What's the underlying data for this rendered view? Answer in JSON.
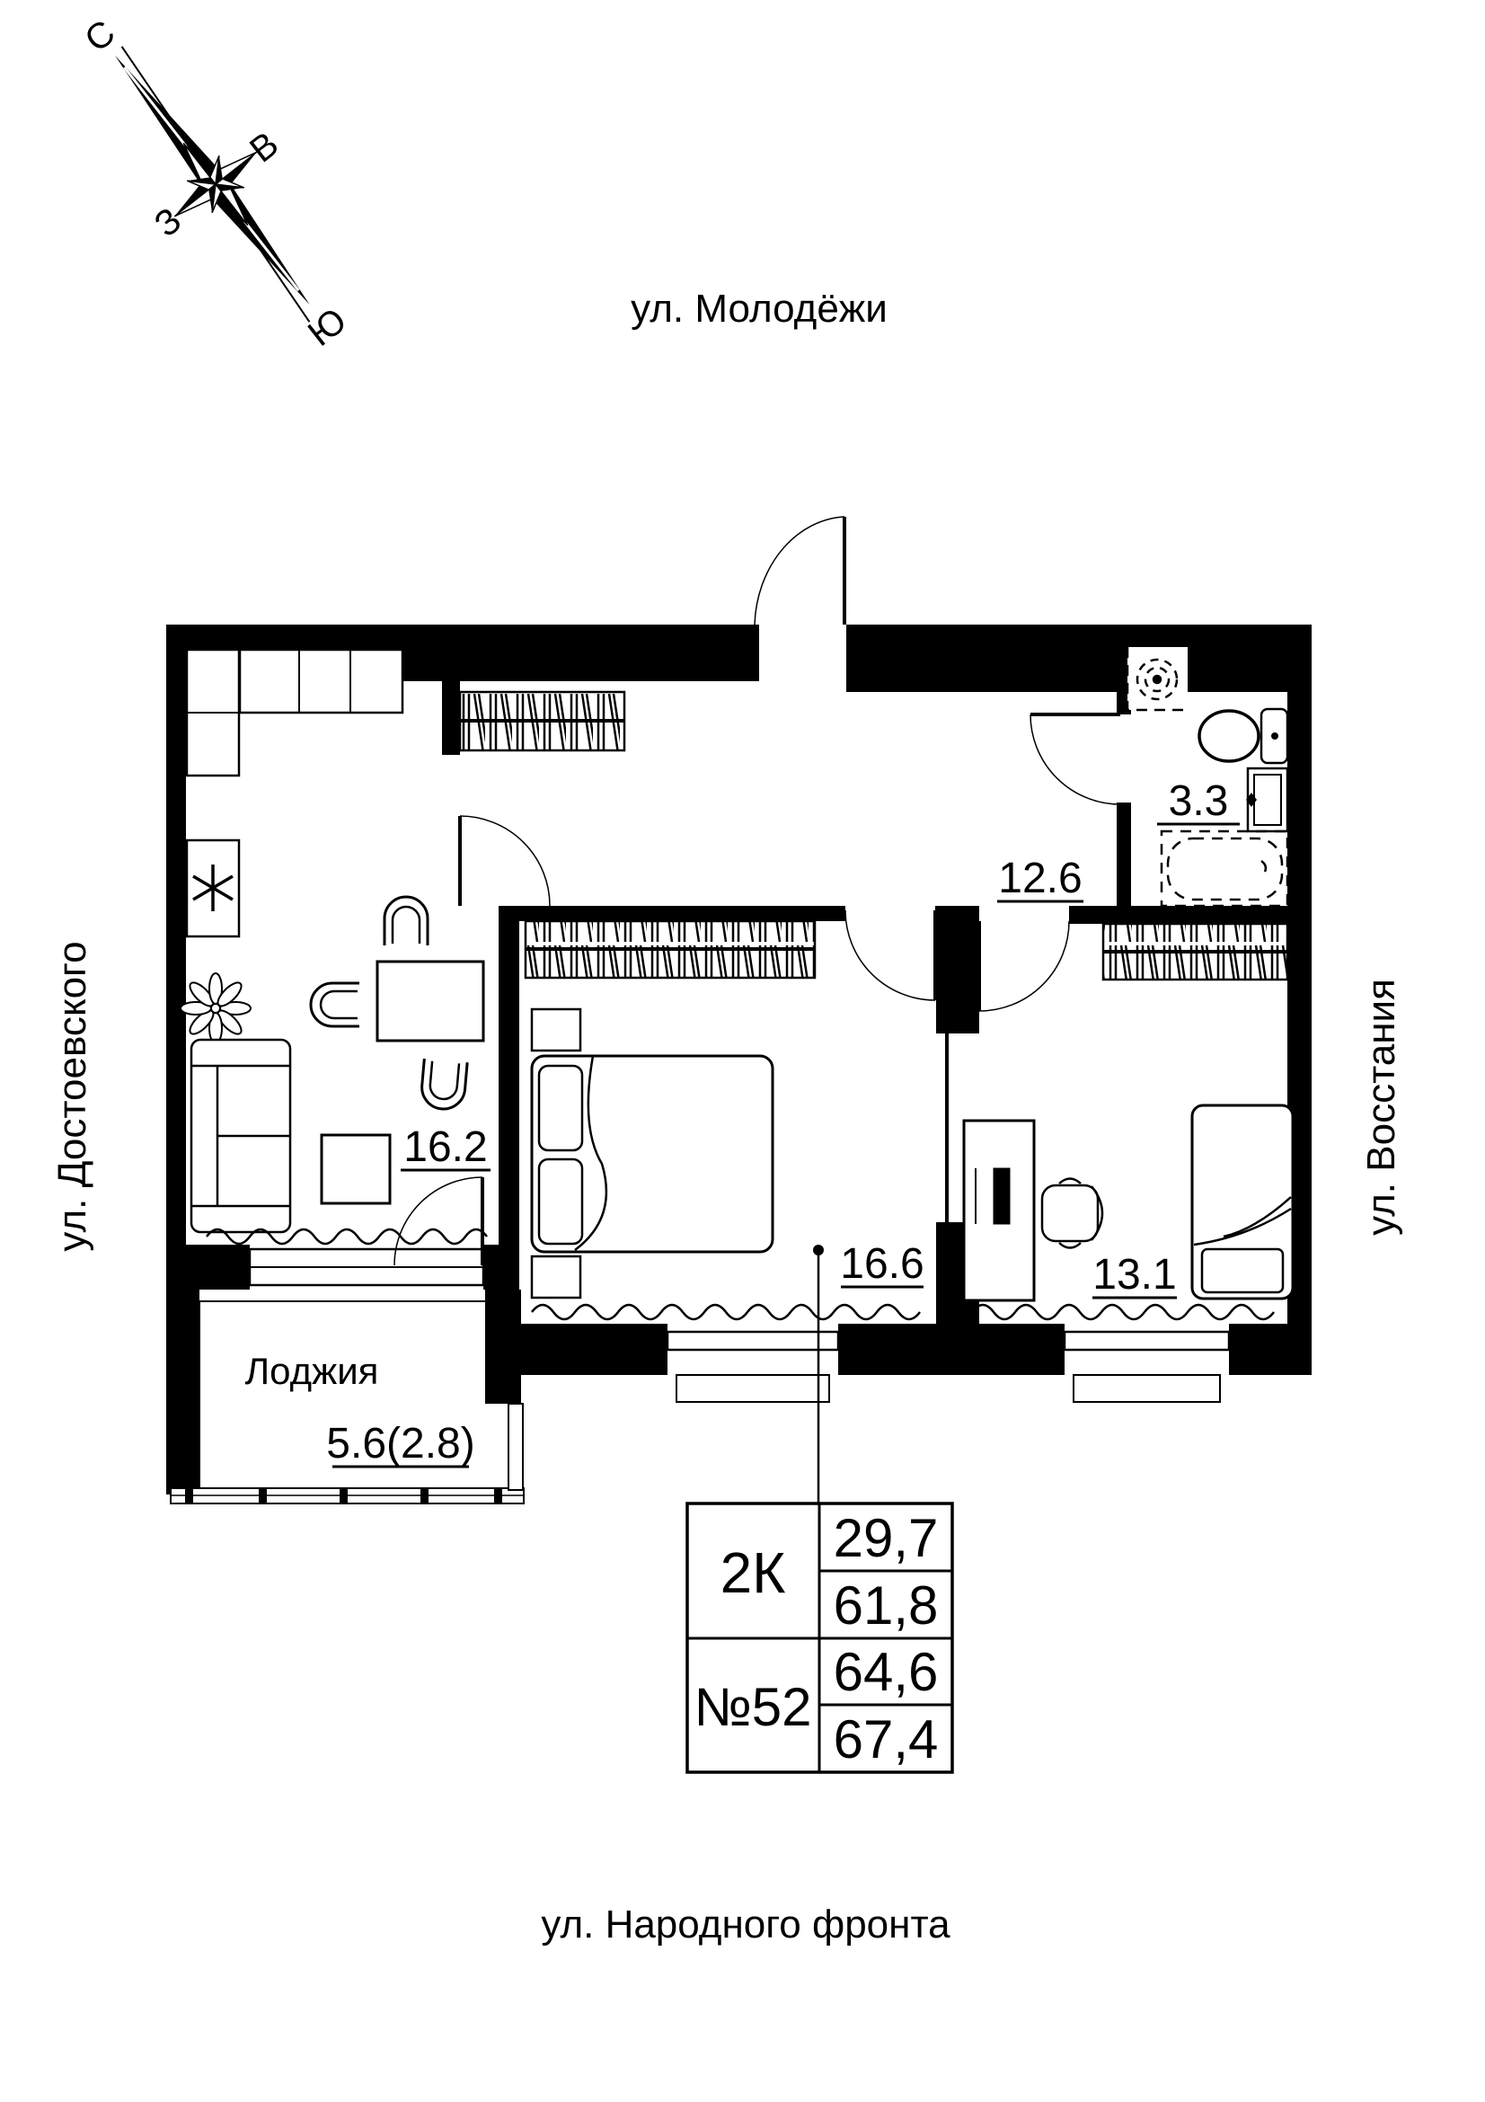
{
  "page": {
    "background": "#ffffff",
    "ink": "#000000"
  },
  "streets": {
    "top": "ул. Молодёжи",
    "left": "ул. Достоевского",
    "right": "ул. Восстания",
    "bottom": "ул. Народного фронта"
  },
  "compass": {
    "north": "С",
    "south": "Ю",
    "west": "З",
    "east": "В"
  },
  "rooms": {
    "kitchen_living": {
      "area": "16.2"
    },
    "hall": {
      "area": "12.6"
    },
    "bathroom": {
      "area": "3.3"
    },
    "bedroom_main": {
      "area": "16.6"
    },
    "bedroom_second": {
      "area": "13.1"
    },
    "loggia": {
      "name": "Лоджия",
      "area": "5.6(2.8)"
    }
  },
  "info_table": {
    "left_cells": [
      "2К",
      "№52"
    ],
    "right_cells": [
      "29,7",
      "61,8",
      "64,6",
      "67,4"
    ]
  }
}
